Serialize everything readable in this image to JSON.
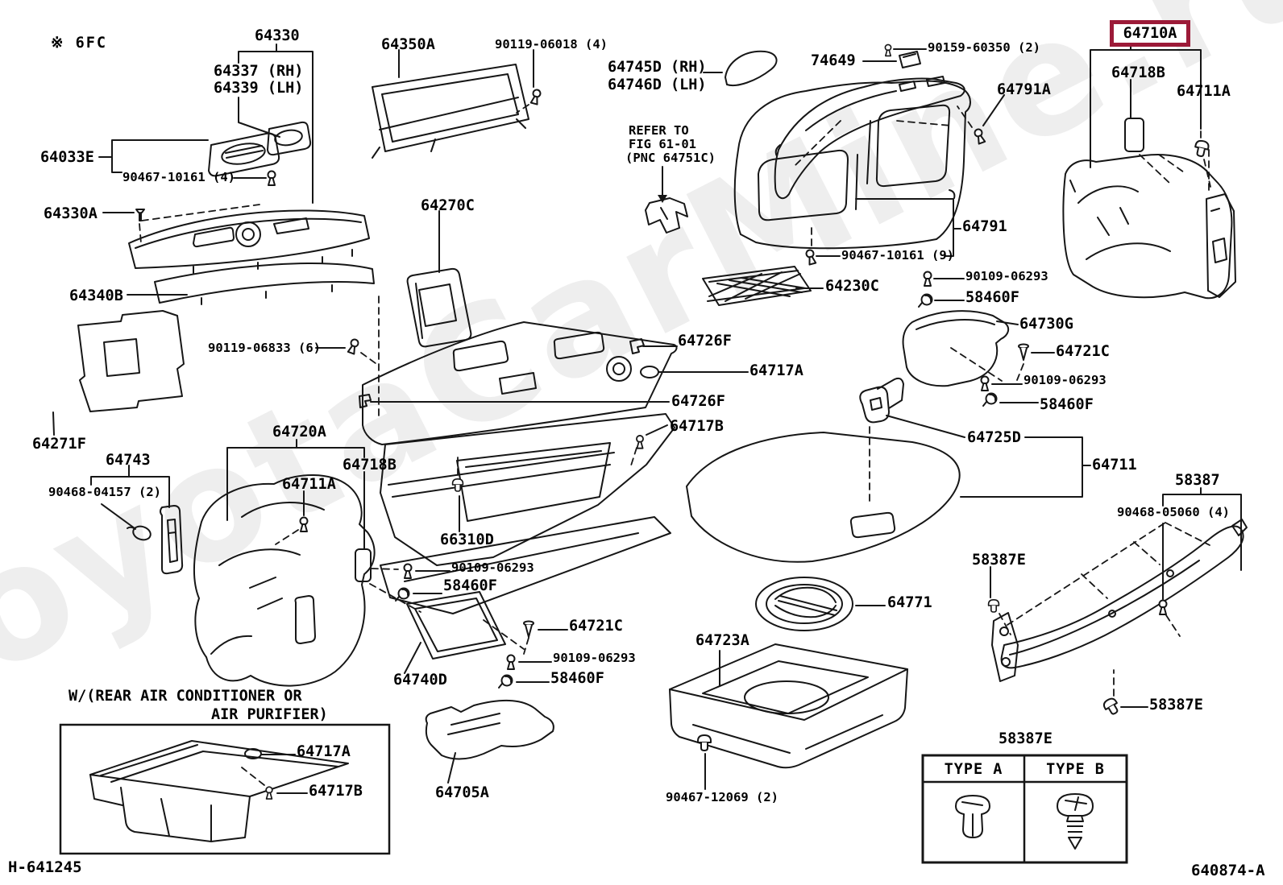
{
  "watermark": {
    "text": "ToyotaCarMine.ru"
  },
  "page": {
    "note": "※ 6FC",
    "footer_left": "H-641245",
    "footer_right": "640874-A"
  },
  "highlight": {
    "text": "64710A",
    "box_color": "#9c1a38"
  },
  "refer_note": {
    "line1": "REFER TO",
    "line2": "FIG 61-01",
    "line3": "(PNC 64751C)"
  },
  "variant_box": {
    "line1": "W/(REAR AIR CONDITIONER OR",
    "line2": "AIR PURIFIER)"
  },
  "clip_table": {
    "title": "58387E",
    "col_a": "TYPE A",
    "col_b": "TYPE B"
  },
  "callouts": [
    {
      "text": "64330"
    },
    {
      "text": "64337 (RH)"
    },
    {
      "text": "64339 (LH)"
    },
    {
      "text": "64033E"
    },
    {
      "text": "90467-10161 (4)"
    },
    {
      "text": "64330A"
    },
    {
      "text": "64340B"
    },
    {
      "text": "90119-06833 (6)"
    },
    {
      "text": "64271F"
    },
    {
      "text": "64350A"
    },
    {
      "text": "90119-06018 (4)"
    },
    {
      "text": "64270C"
    },
    {
      "text": "64745D (RH)"
    },
    {
      "text": "64746D (LH)"
    },
    {
      "text": "74649"
    },
    {
      "text": "90159-60350 (2)"
    },
    {
      "text": "64791A"
    },
    {
      "text": "64718B"
    },
    {
      "text": "64711A"
    },
    {
      "text": "64791"
    },
    {
      "text": "90467-10161 (9)"
    },
    {
      "text": "90109-06293"
    },
    {
      "text": "58460F"
    },
    {
      "text": "64230C"
    },
    {
      "text": "64730G"
    },
    {
      "text": "64721C"
    },
    {
      "text": "90109-06293"
    },
    {
      "text": "58460F"
    },
    {
      "text": "64726F"
    },
    {
      "text": "64717A"
    },
    {
      "text": "64726F"
    },
    {
      "text": "64717B"
    },
    {
      "text": "64725D"
    },
    {
      "text": "64711"
    },
    {
      "text": "58387"
    },
    {
      "text": "90468-05060 (4)"
    },
    {
      "text": "58387E"
    },
    {
      "text": "64771"
    },
    {
      "text": "58387E"
    },
    {
      "text": "64720A"
    },
    {
      "text": "64743"
    },
    {
      "text": "90468-04157 (2)"
    },
    {
      "text": "64711A"
    },
    {
      "text": "64718B"
    },
    {
      "text": "66310D"
    },
    {
      "text": "90109-06293"
    },
    {
      "text": "58460F"
    },
    {
      "text": "64721C"
    },
    {
      "text": "90109-06293"
    },
    {
      "text": "58460F"
    },
    {
      "text": "64740D"
    },
    {
      "text": "64723A"
    },
    {
      "text": "90467-12069 (2)"
    },
    {
      "text": "64705A"
    },
    {
      "text": "64717A"
    },
    {
      "text": "64717B"
    },
    {
      "text": "58387E"
    }
  ]
}
